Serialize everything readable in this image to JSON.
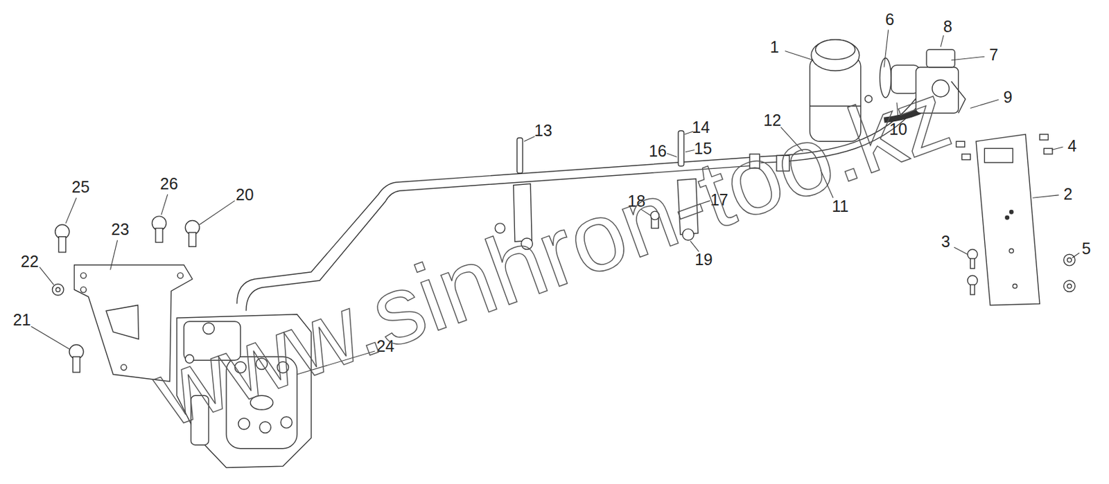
{
  "diagram": {
    "labels": [
      "1",
      "2",
      "3",
      "4",
      "5",
      "6",
      "7",
      "8",
      "9",
      "10",
      "11",
      "12",
      "13",
      "14",
      "15",
      "16",
      "17",
      "18",
      "19",
      "20",
      "21",
      "22",
      "23",
      "24",
      "25",
      "26",
      "www.sinhron-too.kz"
    ]
  }
}
